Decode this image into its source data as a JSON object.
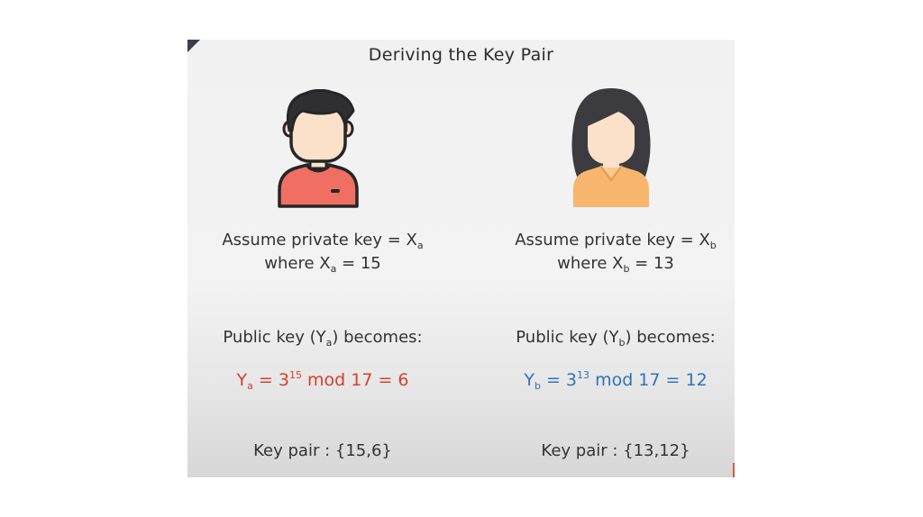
{
  "title": "Deriving the Key Pair",
  "left": {
    "avatar": "man-icon",
    "private_key_pre": "Assume private key = X",
    "private_key_sub": "a",
    "where_pre": "where X",
    "where_sub": "a",
    "where_post": " = 15",
    "public_pre": "Public key (Y",
    "public_sub": "a",
    "public_post": ") becomes:",
    "formula_var": "Y",
    "formula_sub": "a",
    "formula_base": " = 3",
    "formula_exp": "15",
    "formula_rest": " mod 17 = 6",
    "key_pair": "Key pair : {15,6}",
    "color": "#d7402b"
  },
  "right": {
    "avatar": "woman-icon",
    "private_key_pre": "Assume private key = X",
    "private_key_sub": "b",
    "where_pre": "where X",
    "where_sub": "b",
    "where_post": " = 13",
    "public_pre": "Public key (Y",
    "public_sub": "b",
    "public_post": ") becomes:",
    "formula_var": "Y",
    "formula_sub": "b",
    "formula_base": " = 3",
    "formula_exp": "13",
    "formula_rest": " mod 17 = 12",
    "key_pair": "Key pair : {13,12}",
    "color": "#2f73bb"
  }
}
